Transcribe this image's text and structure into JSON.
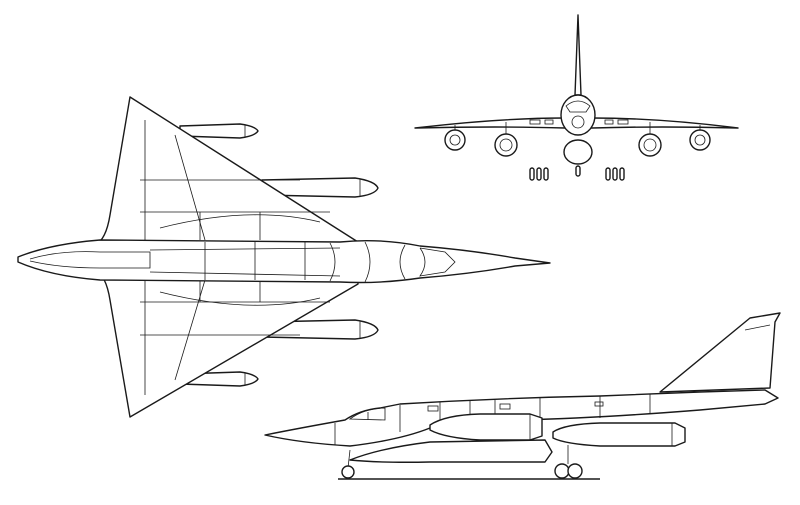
{
  "drawing": {
    "views": [
      "top-view",
      "front-view",
      "side-view"
    ],
    "colors": {
      "line": "#1a1a1a",
      "background": "#ffffff"
    }
  }
}
